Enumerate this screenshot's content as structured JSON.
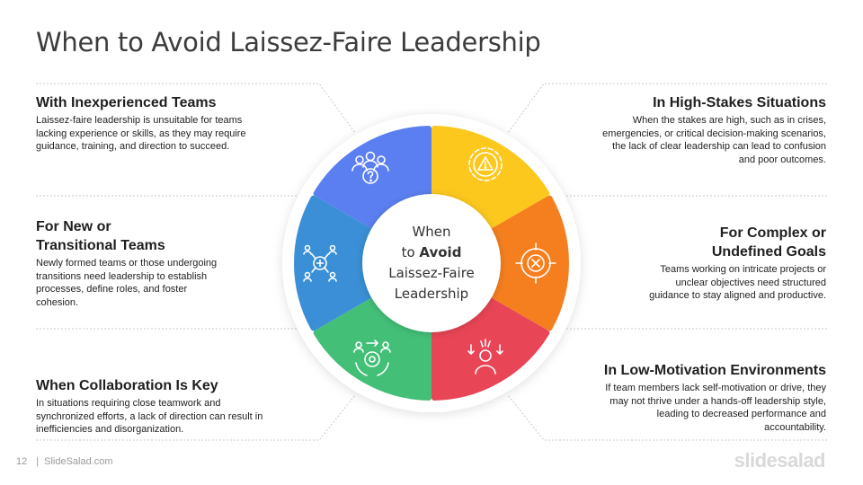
{
  "title": "When to Avoid Laissez-Faire Leadership",
  "center": {
    "line1": "When",
    "prefix": "to ",
    "emphasis": "Avoid",
    "line3": "Laissez-Faire",
    "line4": "Leadership"
  },
  "items": [
    {
      "heading": "With Inexperienced Teams",
      "body": "Laissez-faire leadership is unsuitable for teams\nlacking experience or skills, as they may require\nguidance, training, and direction to succeed."
    },
    {
      "heading": "For New or\nTransitional Teams",
      "body": "Newly formed teams or those undergoing\ntransitions need leadership to establish\nprocesses, define roles, and foster\ncohesion."
    },
    {
      "heading": "When Collaboration Is Key",
      "body": "In situations requiring close teamwork and\nsynchronized efforts, a lack of direction can result in\ninefficiencies and disorganization."
    },
    {
      "heading": "In High-Stakes Situations",
      "body": "When the stakes are high, such as in crises,\nemergencies, or critical decision-making scenarios,\nthe lack of clear leadership can lead to confusion\nand poor outcomes."
    },
    {
      "heading": "For Complex or\nUndefined Goals",
      "body": "Teams working on intricate projects or\nunclear objectives need structured\nguidance to stay aligned and productive."
    },
    {
      "heading": "In Low-Motivation Environments",
      "body": "If team members lack self-motivation or drive, they\nmay not thrive under a hands-off leadership style,\nleading to decreased performance and\naccountability."
    }
  ],
  "segments": [
    {
      "color": "#5b7ff0",
      "icon": "team-question-icon"
    },
    {
      "color": "#fcc81e",
      "icon": "warning-gear-icon"
    },
    {
      "color": "#f57f1f",
      "icon": "target-cross-icon"
    },
    {
      "color": "#e84556",
      "icon": "stressed-person-icon"
    },
    {
      "color": "#43bf78",
      "icon": "collaboration-cycle-icon"
    },
    {
      "color": "#3a8fd6",
      "icon": "network-people-icon"
    }
  ],
  "footer": {
    "page": "12",
    "site": "SlideSalad.com",
    "brand": "slidesalad"
  }
}
